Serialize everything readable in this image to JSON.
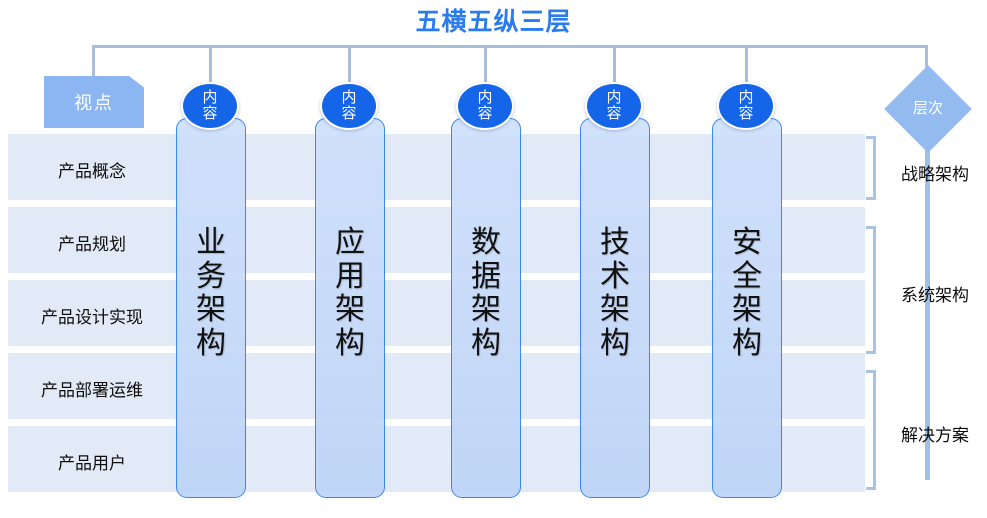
{
  "title": "五横五纵三层",
  "accent_color": "#2a7bee",
  "viewpoint_header": {
    "label": "视点",
    "fill": "#8cb6f2"
  },
  "tier_header": {
    "label_line1": "层",
    "label_line2": "次",
    "fill": "#94bbf0"
  },
  "content_oval": {
    "line1": "内",
    "line2": "容",
    "fill": "#1565e8"
  },
  "rows": [
    {
      "label": "产品概念"
    },
    {
      "label": "产品规划"
    },
    {
      "label": "产品设计实现"
    },
    {
      "label": "产品部署运维"
    },
    {
      "label": "产品用户"
    }
  ],
  "columns": [
    {
      "label": "业务架构",
      "c1": "业",
      "c2": "务",
      "c3": "架",
      "c4": "构"
    },
    {
      "label": "应用架构",
      "c1": "应",
      "c2": "用",
      "c3": "架",
      "c4": "构"
    },
    {
      "label": "数据架构",
      "c1": "数",
      "c2": "据",
      "c3": "架",
      "c4": "构"
    },
    {
      "label": "技术架构",
      "c1": "技",
      "c2": "术",
      "c3": "架",
      "c4": "构"
    },
    {
      "label": "安全架构",
      "c1": "安",
      "c2": "全",
      "c3": "架",
      "c4": "构"
    }
  ],
  "tiers": [
    {
      "label": "战略架构"
    },
    {
      "label": "系统架构"
    },
    {
      "label": "解决方案"
    }
  ]
}
